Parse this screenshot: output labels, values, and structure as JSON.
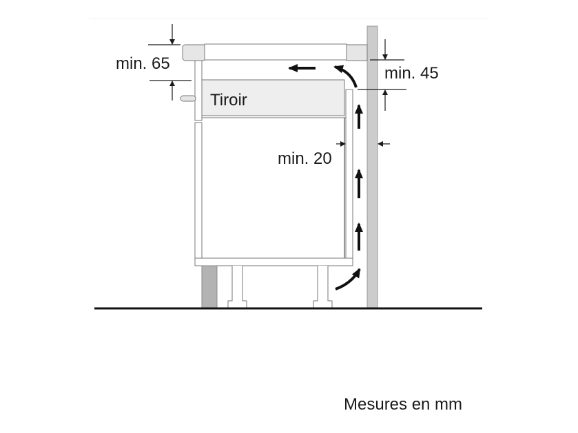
{
  "labels": {
    "min_top_left": "min. 65",
    "min_top_right": "min. 45",
    "min_gap": "min. 20",
    "drawer": "Tiroir",
    "units_note": "Mesures en mm"
  },
  "colors": {
    "wall": "#cccccc",
    "plinth": "#b3b3b3",
    "trim": "#e6e6e6",
    "drawer": "#eeeeee",
    "line": "#1a1a1a"
  }
}
